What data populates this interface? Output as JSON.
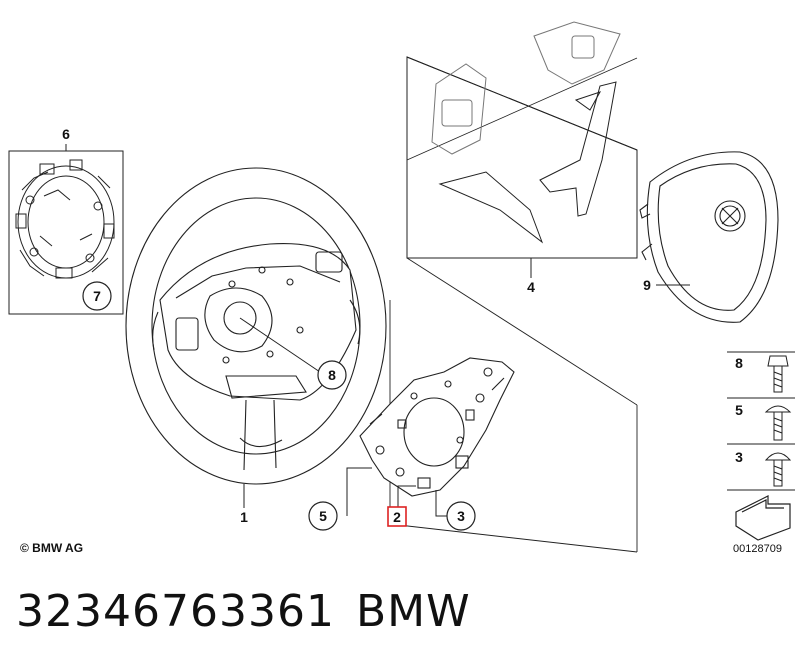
{
  "callouts": {
    "c1": "1",
    "c2": "2",
    "c3": "3",
    "c4": "4",
    "c5": "5",
    "c6": "6",
    "c7": "7",
    "c8": "8",
    "c9": "9"
  },
  "fastener_legend": [
    "8",
    "5",
    "3"
  ],
  "copyright": "© BMW AG",
  "diagram_ref": "00128709",
  "part_number": "32346763361",
  "brand": "BMW"
}
